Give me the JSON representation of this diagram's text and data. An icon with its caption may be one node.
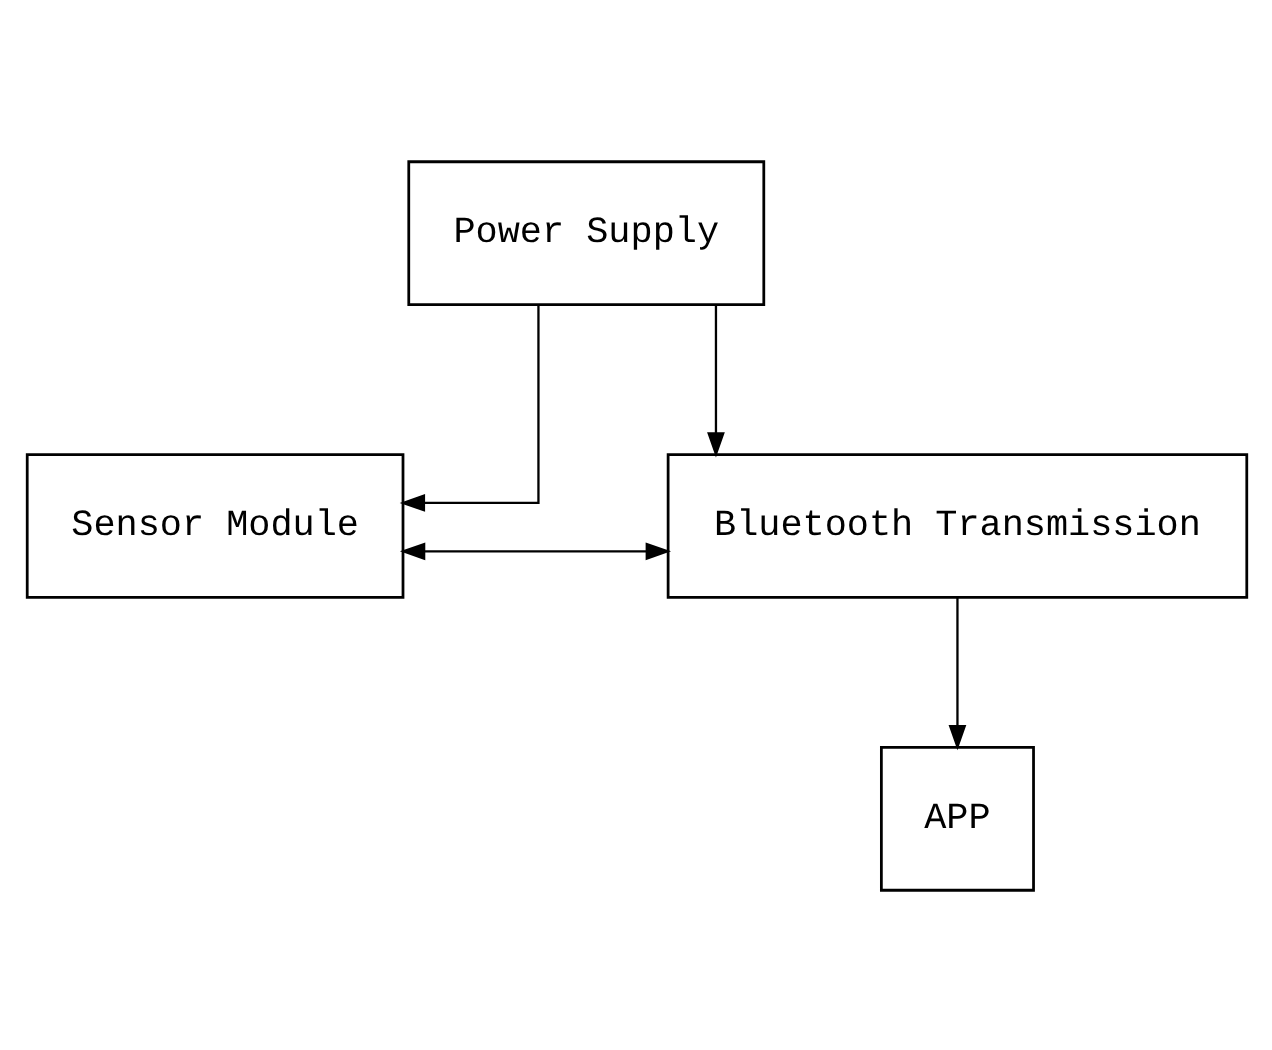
{
  "diagram": {
    "nodes": [
      {
        "text": [
          "Power Supply"
        ]
      },
      {
        "text": [
          "Sensor Module"
        ]
      },
      {
        "text": [
          "Bluetooth Transmission"
        ]
      },
      {
        "text": [
          "APP"
        ]
      }
    ],
    "edges": [
      {
        "from": 0,
        "to": 1,
        "arrow": "to"
      },
      {
        "from": 0,
        "to": 2,
        "arrow": "to"
      },
      {
        "from": 1,
        "to": 2,
        "arrow": "both"
      },
      {
        "from": 2,
        "to": 3,
        "arrow": "to"
      }
    ]
  }
}
